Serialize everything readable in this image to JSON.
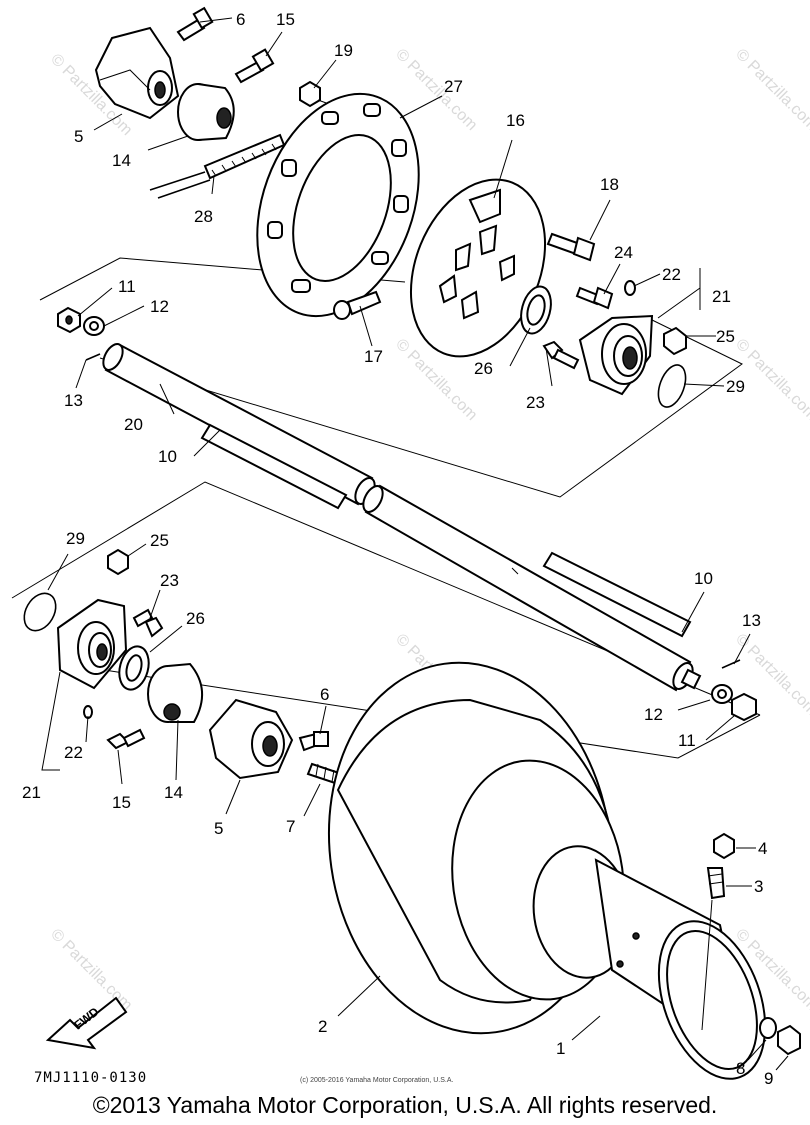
{
  "watermark_text": "© Partzilla.com",
  "diagram_code": "7MJ1110-0130",
  "fine_print": "(c) 2005-2016 Yamaha Motor Corporation, U.S.A.",
  "copyright": "©2013 Yamaha Motor Corporation, U.S.A. All rights reserved.",
  "fwd_label": "FWD",
  "callouts": {
    "c1": "1",
    "c2": "2",
    "c3": "3",
    "c4": "4",
    "c5a": "5",
    "c5b": "5",
    "c6a": "6",
    "c6b": "6",
    "c7": "7",
    "c8": "8",
    "c9": "9",
    "c10a": "10",
    "c10b": "10",
    "c11a": "11",
    "c11b": "11",
    "c12a": "12",
    "c12b": "12",
    "c13a": "13",
    "c13b": "13",
    "c14a": "14",
    "c14b": "14",
    "c15a": "15",
    "c15b": "15",
    "c16": "16",
    "c17": "17",
    "c18": "18",
    "c19": "19",
    "c20": "20",
    "c21a": "21",
    "c21b": "21",
    "c22a": "22",
    "c22b": "22",
    "c23a": "23",
    "c23b": "23",
    "c24": "24",
    "c25a": "25",
    "c25b": "25",
    "c26a": "26",
    "c26b": "26",
    "c27": "27",
    "c28": "28",
    "c29a": "29",
    "c29b": "29"
  }
}
